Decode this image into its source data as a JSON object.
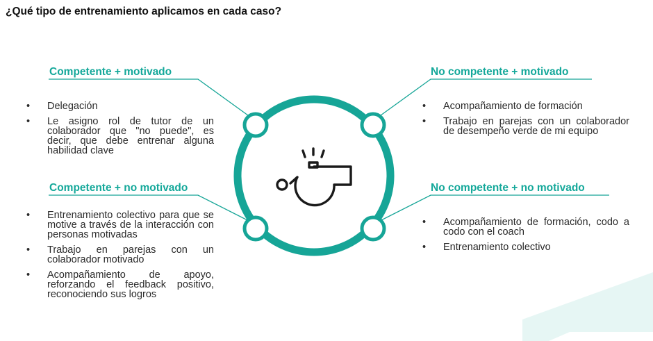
{
  "title": "¿Qué tipo de entrenamiento aplicamos en cada caso?",
  "colors": {
    "accent": "#16a597",
    "text": "#2a2a2a",
    "decor": "#e6f6f4"
  },
  "center_icon": "whistle-icon",
  "bullet": "•",
  "quadrants": {
    "top_left": {
      "heading": "Competente + motivado",
      "items": [
        "Delegación",
        "Le asigno rol de tutor de un colaborador que \"no puede\", es decir, que debe entrenar alguna habilidad clave"
      ]
    },
    "top_right": {
      "heading": "No competente + motivado",
      "items": [
        "Acompañamiento de formación",
        "Trabajo en parejas con un colaborador de desempeño verde de mi equipo"
      ]
    },
    "bottom_left": {
      "heading": "Competente + no motivado",
      "items": [
        "Entrenamiento colectivo para que se motive a través de la interacción con personas motivadas",
        "Trabajo en parejas con un colaborador motivado",
        "Acompañamiento de apoyo, reforzando el feedback positivo, reconociendo sus logros"
      ]
    },
    "bottom_right": {
      "heading": "No competente + no motivado",
      "items": [
        "Acompañamiento de formación, codo a codo con el coach",
        "Entrenamiento colectivo"
      ]
    }
  }
}
